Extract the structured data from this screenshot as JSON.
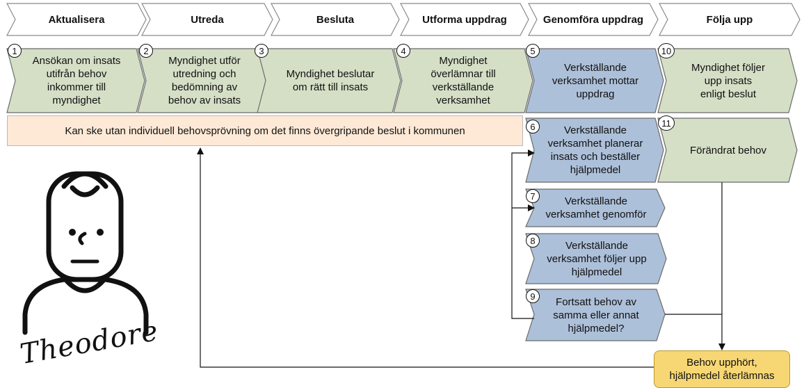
{
  "phases": [
    "Aktualisera",
    "Utreda",
    "Besluta",
    "Utforma uppdrag",
    "Genomföra uppdrag",
    "Följa upp"
  ],
  "steps": [
    {
      "num": "1",
      "text": "Ansökan om insats\nutifrån behov\ninkommer till\nmyndighet"
    },
    {
      "num": "2",
      "text": "Myndighet utför\nutredning och\nbedömning av\nbehov av insats"
    },
    {
      "num": "3",
      "text": "Myndighet beslutar\nom rätt till insats"
    },
    {
      "num": "4",
      "text": "Myndighet\növerlämnar till\nverkställande\nverksamhet"
    },
    {
      "num": "5",
      "text": "Verkställande\nverksamhet mottar\nuppdrag"
    },
    {
      "num": "10",
      "text": "Myndighet följer\nupp insats\nenligt beslut"
    },
    {
      "num": "6",
      "text": "Verkställande\nverksamhet planerar\ninsats och beställer\nhjälpmedel"
    },
    {
      "num": "11",
      "text": "Förändrat behov"
    },
    {
      "num": "7",
      "text": "Verkställande\nverksamhet genomför"
    },
    {
      "num": "8",
      "text": "Verkställande\nverksamhet följer upp\nhjälpmedel"
    },
    {
      "num": "9",
      "text": "Fortsatt behov av\nsamma eller annat\nhjälpmedel?"
    }
  ],
  "note": "Kan ske utan individuell behovsprövning om det finns övergripande beslut i kommunen",
  "end_box": "Behov upphört,\nhjälpmedel återlämnas",
  "persona_name": "Theodore",
  "colors": {
    "green": "#d5dfc6",
    "blue": "#adc0d9",
    "note": "#fde9d6",
    "end": "#f7d774",
    "stroke": "#6b6b6b"
  }
}
